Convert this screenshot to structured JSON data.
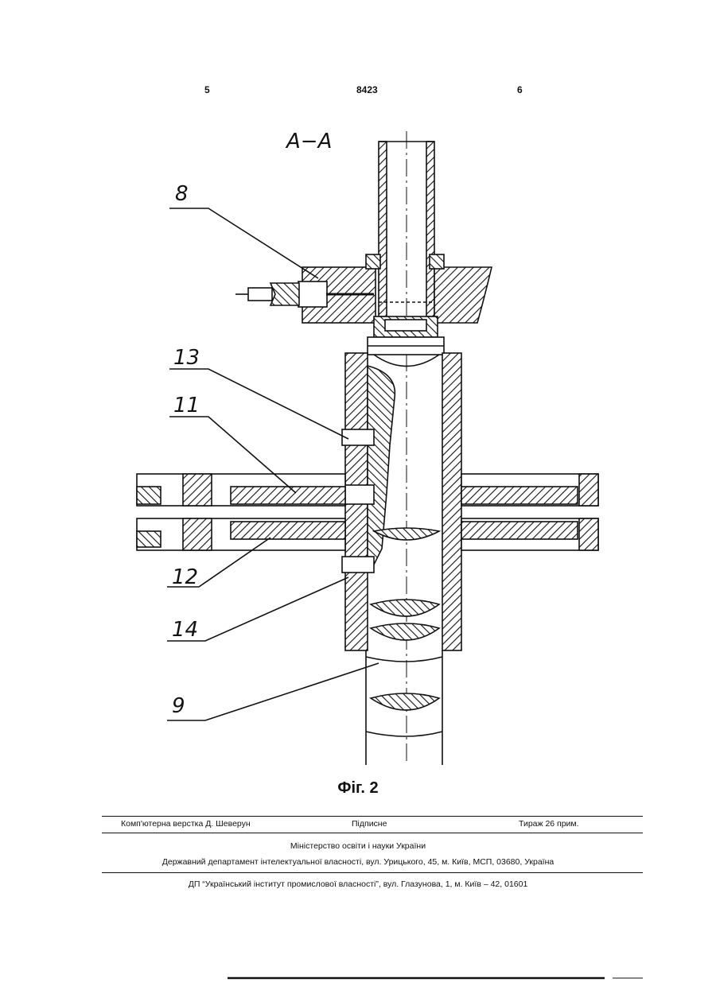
{
  "header": {
    "page_left": "5",
    "patent_number": "8423",
    "page_right": "6"
  },
  "drawing": {
    "section_label": "A−A",
    "callouts": [
      "8",
      "13",
      "11",
      "12",
      "14",
      "9"
    ]
  },
  "figure_caption": "Фіг. 2",
  "imprint": {
    "layout": "Комп'ютерна верстка Д. Шеверун",
    "signed": "Підписне",
    "circulation": "Тираж 26 прим.",
    "ministry": "Міністерство освіти і науки України",
    "department": "Державний департамент інтелектуальної власності, вул. Урицького, 45, м. Київ, МСП, 03680, Україна",
    "institute": "ДП “Український інститут промислової власності”, вул. Глазунова, 1, м. Київ – 42, 01601"
  }
}
